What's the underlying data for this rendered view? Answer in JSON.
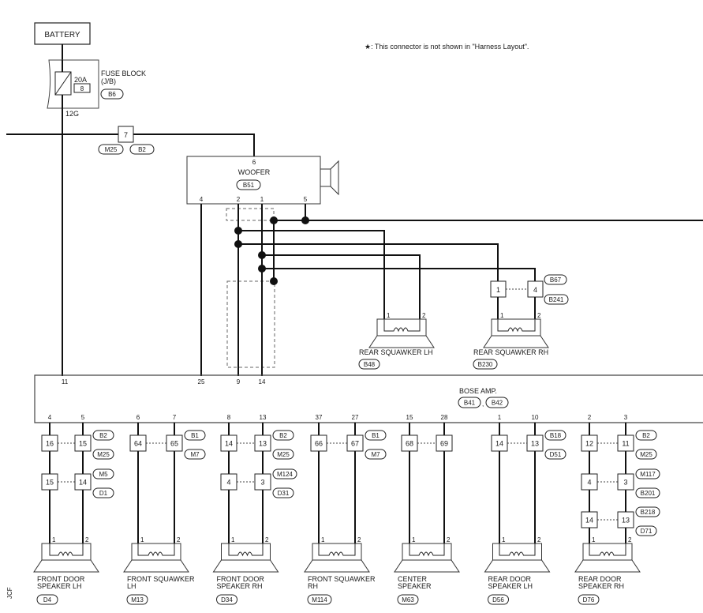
{
  "note": {
    "symbol": "★",
    "text": ": This connector is not shown in \"Harness Layout\"."
  },
  "side_code": "JCF",
  "battery": {
    "label": "BATTERY"
  },
  "fuse_block": {
    "label": "FUSE BLOCK",
    "sublabel": "(J/B)",
    "connector": "B6",
    "fuse_rating": "20A",
    "fuse_number": "8",
    "output_terminal": "12G"
  },
  "junction_7": {
    "terminal": "7",
    "connectors": [
      "M25",
      "B2"
    ]
  },
  "woofer": {
    "label": "WOOFER",
    "connector": "B51",
    "pin_top": "6",
    "pins_bottom": [
      "4",
      "2",
      "1",
      "5"
    ]
  },
  "rear_squawker_lh": {
    "label": "REAR SQUAWKER LH",
    "connector": "B48",
    "pins": [
      "1",
      "2"
    ]
  },
  "rear_squawker_rh": {
    "label": "REAR SQUAWKER RH",
    "connector": "B230",
    "pins": [
      "1",
      "2"
    ],
    "inline_terminals": [
      "1",
      "4"
    ],
    "inline_connectors": [
      "B67",
      "B241"
    ]
  },
  "amp": {
    "label": "BOSE AMP.",
    "connectors": [
      "B41",
      "B42"
    ],
    "separator": ",",
    "top_pins": [
      "11",
      "25",
      "9",
      "14"
    ],
    "bottom_pins": [
      "4",
      "5",
      "6",
      "7",
      "8",
      "13",
      "37",
      "27",
      "15",
      "28",
      "1",
      "10",
      "2",
      "3"
    ]
  },
  "channels": [
    {
      "id": "front-door-lh",
      "label_lines": [
        "FRONT DOOR",
        "SPEAKER LH"
      ],
      "connector": "D4",
      "inline": [
        {
          "terms": [
            "16",
            "15"
          ],
          "connectors": [
            "B2",
            "M25"
          ]
        },
        {
          "terms": [
            "15",
            "14"
          ],
          "connectors": [
            "M5",
            "D1"
          ]
        }
      ]
    },
    {
      "id": "front-squawker-lh",
      "label_lines": [
        "FRONT SQUAWKER",
        "LH"
      ],
      "connector": "M13",
      "inline": [
        {
          "terms": [
            "64",
            "65"
          ],
          "connectors": [
            "B1",
            "M7"
          ]
        }
      ]
    },
    {
      "id": "front-door-rh",
      "label_lines": [
        "FRONT DOOR",
        "SPEAKER RH"
      ],
      "connector": "D34",
      "inline": [
        {
          "terms": [
            "14",
            "13"
          ],
          "connectors": [
            "B2",
            "M25"
          ]
        },
        {
          "terms": [
            "4",
            "3"
          ],
          "connectors": [
            "M124",
            "D31"
          ]
        }
      ]
    },
    {
      "id": "front-squawker-rh",
      "label_lines": [
        "FRONT SQUAWKER",
        "RH"
      ],
      "connector": "M114",
      "inline": [
        {
          "terms": [
            "66",
            "67"
          ],
          "connectors": [
            "B1",
            "M7"
          ]
        }
      ]
    },
    {
      "id": "center-speaker",
      "label_lines": [
        "CENTER",
        "SPEAKER"
      ],
      "connector": "M63",
      "inline": [
        {
          "terms": [
            "68",
            "69"
          ],
          "connectors": []
        }
      ]
    },
    {
      "id": "rear-door-lh",
      "label_lines": [
        "REAR DOOR",
        "SPEAKER LH"
      ],
      "connector": "D56",
      "inline": [
        {
          "terms": [
            "14",
            "13"
          ],
          "connectors": [
            "B18",
            "D51"
          ]
        }
      ]
    },
    {
      "id": "rear-door-rh",
      "label_lines": [
        "REAR DOOR",
        "SPEAKER RH"
      ],
      "connector": "D76",
      "inline": [
        {
          "terms": [
            "12",
            "11"
          ],
          "connectors": [
            "B2",
            "M25"
          ]
        },
        {
          "terms": [
            "4",
            "3"
          ],
          "connectors": [
            "M117",
            "B201"
          ]
        },
        {
          "terms": [
            "14",
            "13"
          ],
          "connectors": [
            "B218",
            "D71"
          ]
        }
      ]
    }
  ],
  "speaker_pins": [
    "1",
    "2"
  ]
}
